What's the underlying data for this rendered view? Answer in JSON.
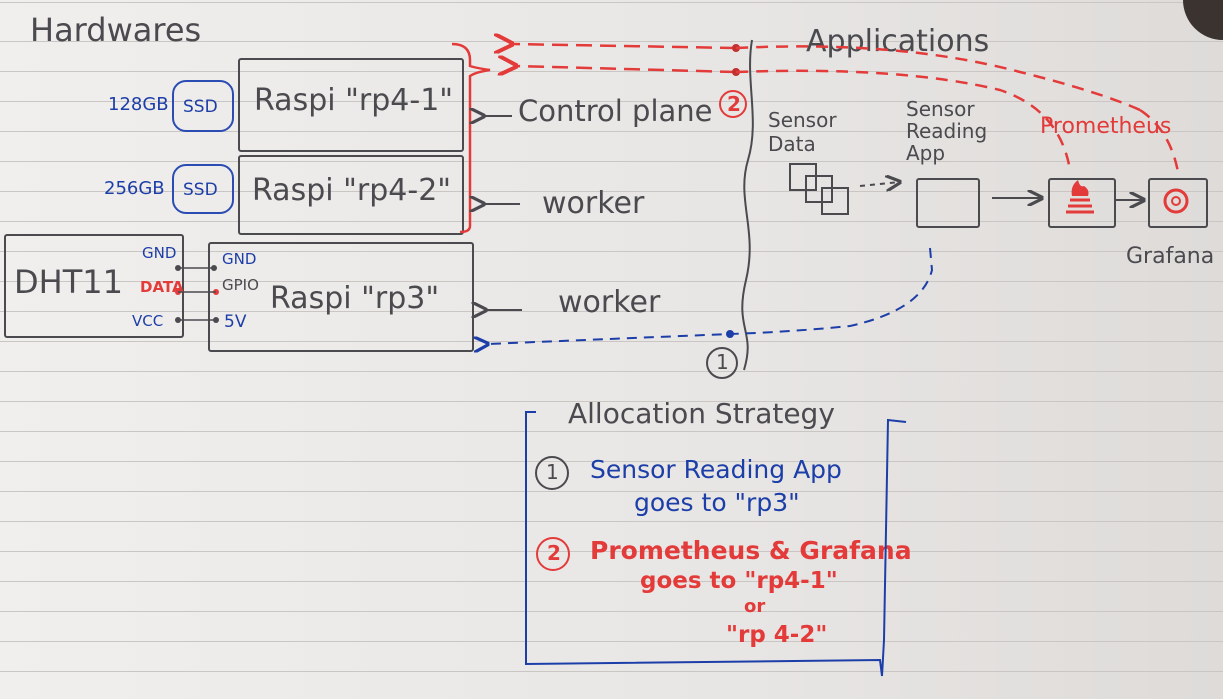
{
  "hardwares_title": "Hardwares",
  "applications_title": "Applications",
  "nodes": [
    {
      "label": "Raspi \"rp4-1\"",
      "role": "Control plane",
      "disk": "128GB",
      "disk_type": "SSD"
    },
    {
      "label": "Raspi \"rp4-2\"",
      "role": "worker",
      "disk": "256GB",
      "disk_type": "SSD"
    },
    {
      "label": "Raspi \"rp3\"",
      "role": "worker"
    }
  ],
  "sensor": {
    "name": "DHT11",
    "pins": [
      "GND",
      "DATA",
      "VCC"
    ],
    "rpi_pins": [
      "GND",
      "GPIO",
      "5V"
    ]
  },
  "apps": {
    "sensor_data": "Sensor Data",
    "sensor_reading": "Sensor Reading App",
    "prometheus": "Prometheus",
    "grafana": "Grafana"
  },
  "markers": {
    "one": "1",
    "two": "2"
  },
  "strategy": {
    "title": "Allocation Strategy",
    "item1_num": "1",
    "item1_line1": "Sensor Reading App",
    "item1_line2": "goes to \"rp3\"",
    "item2_num": "2",
    "item2_line1": "Prometheus & Grafana",
    "item2_line2": "goes to \"rp4-1\"",
    "item2_line3": "or",
    "item2_line4": "\"rp 4-2\""
  },
  "colors": {
    "ink": "#4a4a4f",
    "blue": "#1c3ea8",
    "red": "#e33a3a",
    "paper": "#efedeb"
  }
}
